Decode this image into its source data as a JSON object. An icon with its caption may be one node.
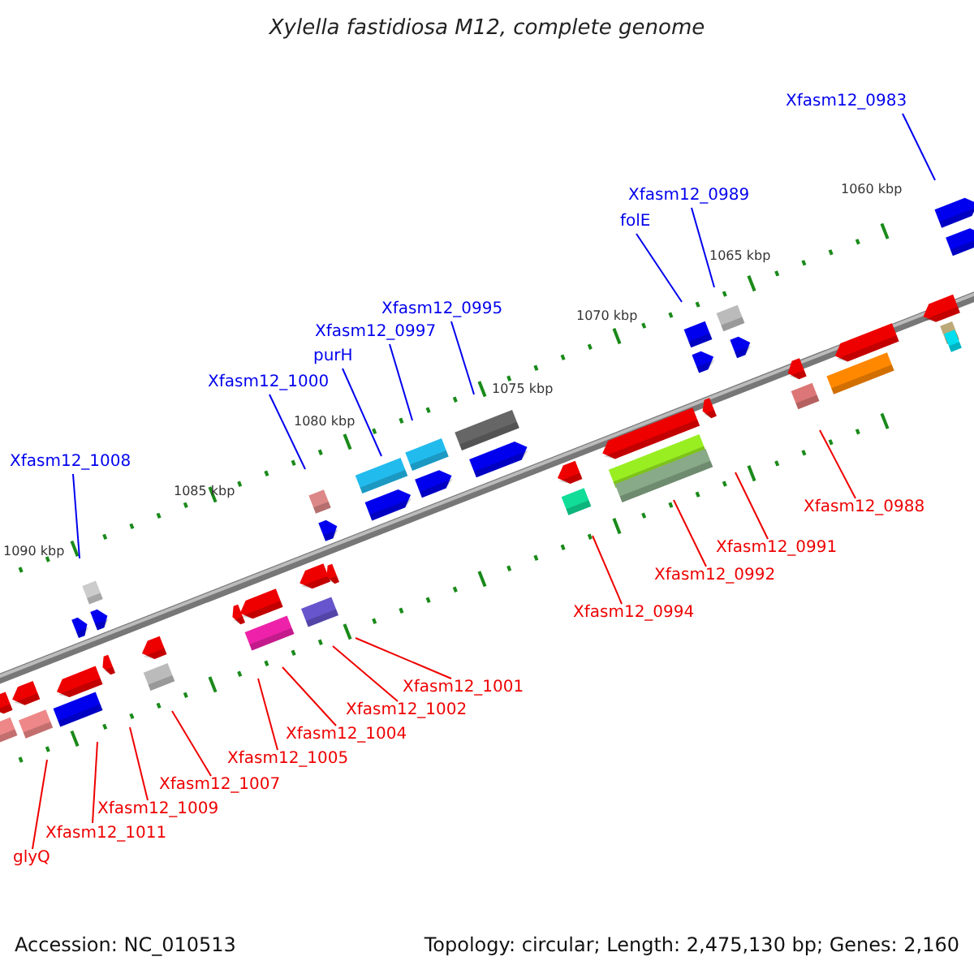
{
  "diagram": {
    "title": "Xylella fastidiosa M12, complete genome",
    "nodes": [
      {
        "text": [
          "Xfasm12_0983"
        ]
      },
      {
        "text": [
          "Xfasm12_0989"
        ]
      },
      {
        "text": [
          "folE"
        ]
      },
      {
        "text": [
          "Xfasm12_0995"
        ]
      },
      {
        "text": [
          "Xfasm12_0997"
        ]
      },
      {
        "text": [
          "purH"
        ]
      },
      {
        "text": [
          "Xfasm12_1000"
        ]
      },
      {
        "text": [
          "Xfasm12_1008"
        ]
      },
      {
        "text": [
          "Xfasm12_0988"
        ]
      },
      {
        "text": [
          "Xfasm12_0991"
        ]
      },
      {
        "text": [
          "Xfasm12_0992"
        ]
      },
      {
        "text": [
          "Xfasm12_0994"
        ]
      },
      {
        "text": [
          "Xfasm12_1001"
        ]
      },
      {
        "text": [
          "Xfasm12_1002"
        ]
      },
      {
        "text": [
          "Xfasm12_1004"
        ]
      },
      {
        "text": [
          "Xfasm12_1005"
        ]
      },
      {
        "text": [
          "Xfasm12_1007"
        ]
      },
      {
        "text": [
          "Xfasm12_1009"
        ]
      },
      {
        "text": [
          "Xfasm12_1011"
        ]
      },
      {
        "text": [
          "glyQ"
        ]
      }
    ],
    "edges": [
      {
        "from": 0,
        "to": null,
        "arrow": "none",
        "color": "#0000ee"
      },
      {
        "from": 1,
        "to": null,
        "arrow": "none",
        "color": "#0000ee"
      },
      {
        "from": 2,
        "to": null,
        "arrow": "none",
        "color": "#0000ee"
      },
      {
        "from": 3,
        "to": null,
        "arrow": "none",
        "color": "#0000ee"
      },
      {
        "from": 4,
        "to": null,
        "arrow": "none",
        "color": "#0000ee"
      },
      {
        "from": 5,
        "to": null,
        "arrow": "none",
        "color": "#0000ee"
      },
      {
        "from": 6,
        "to": null,
        "arrow": "none",
        "color": "#0000ee"
      },
      {
        "from": 7,
        "to": null,
        "arrow": "none",
        "color": "#0000ee"
      },
      {
        "from": 8,
        "to": null,
        "arrow": "none"
      },
      {
        "from": 9,
        "to": null,
        "arrow": "none"
      },
      {
        "from": 10,
        "to": null,
        "arrow": "none"
      },
      {
        "from": 11,
        "to": null,
        "arrow": "none"
      },
      {
        "from": 12,
        "to": null,
        "arrow": "none"
      },
      {
        "from": 13,
        "to": null,
        "arrow": "none"
      },
      {
        "from": 14,
        "to": null,
        "arrow": "none"
      },
      {
        "from": 15,
        "to": null,
        "arrow": "none"
      },
      {
        "from": 16,
        "to": null,
        "arrow": "none"
      },
      {
        "from": 17,
        "to": null,
        "arrow": "none"
      },
      {
        "from": 18,
        "to": null,
        "arrow": "none"
      },
      {
        "from": 19,
        "to": null,
        "arrow": "none"
      }
    ],
    "labels": [
      "1060 kbp",
      "1065 kbp",
      "1070 kbp",
      "1075 kbp",
      "1080 kbp",
      "1085 kbp",
      "1090 kbp",
      "Accession: NC_010513",
      "Topology: circular; Length: 2,475,130 bp; Genes: 2,160"
    ]
  }
}
